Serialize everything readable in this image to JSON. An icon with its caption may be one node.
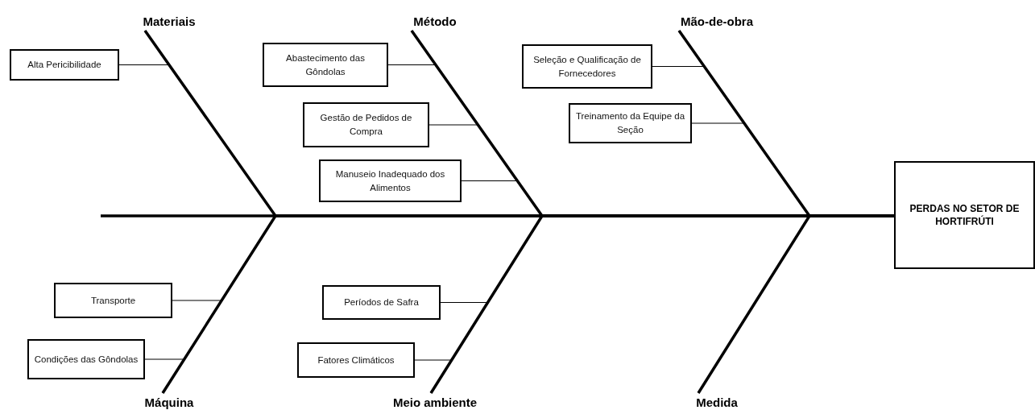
{
  "diagram": {
    "nodes": [
      {
        "text": [
          "Materiais"
        ]
      },
      {
        "text": [
          "Método"
        ]
      },
      {
        "text": [
          "Mão-de-obra"
        ]
      },
      {
        "text": [
          "Alta Pericibilidade"
        ]
      },
      {
        "text": [
          "Abastecimento das Gôndolas"
        ]
      },
      {
        "text": [
          "Gestão de Pedidos de Compra"
        ]
      },
      {
        "text": [
          "Manuseio Inadequado dos Alimentos"
        ]
      },
      {
        "text": [
          "Seleção e Qualificação de Fornecedores"
        ]
      },
      {
        "text": [
          "Treinamento da Equipe da Seção"
        ]
      },
      {
        "text": [
          "PERDAS NO SETOR DE HORTIFRÚTI"
        ]
      },
      {
        "text": [
          "Transporte"
        ]
      },
      {
        "text": [
          "Condições das Gôndolas"
        ]
      },
      {
        "text": [
          "Períodos de Safra"
        ]
      },
      {
        "text": [
          "Fatores Climáticos"
        ]
      },
      {
        "text": [
          "Máquina"
        ]
      },
      {
        "text": [
          "Meio ambiente"
        ]
      },
      {
        "text": [
          "Medida"
        ]
      }
    ],
    "edges": [
      {
        "from": 3,
        "to": 0,
        "arrow": "none"
      },
      {
        "from": 4,
        "to": 1,
        "arrow": "none"
      },
      {
        "from": 5,
        "to": 1,
        "arrow": "none"
      },
      {
        "from": 6,
        "to": 1,
        "arrow": "none"
      },
      {
        "from": 7,
        "to": 2,
        "arrow": "none"
      },
      {
        "from": 8,
        "to": 2,
        "arrow": "none"
      },
      {
        "from": 10,
        "to": 14,
        "arrow": "none"
      },
      {
        "from": 11,
        "to": 14,
        "arrow": "none"
      },
      {
        "from": 12,
        "to": 15,
        "arrow": "none"
      },
      {
        "from": 13,
        "to": 15,
        "arrow": "none"
      },
      {
        "from": 0,
        "to": 9,
        "arrow": "none",
        "style": "thick"
      },
      {
        "from": 1,
        "to": 9,
        "arrow": "none",
        "style": "thick"
      },
      {
        "from": 2,
        "to": 9,
        "arrow": "none",
        "style": "thick"
      },
      {
        "from": 14,
        "to": 9,
        "arrow": "none",
        "style": "thick"
      },
      {
        "from": 15,
        "to": 9,
        "arrow": "none",
        "style": "thick"
      },
      {
        "from": 16,
        "to": 9,
        "arrow": "none",
        "style": "thick"
      }
    ]
  }
}
